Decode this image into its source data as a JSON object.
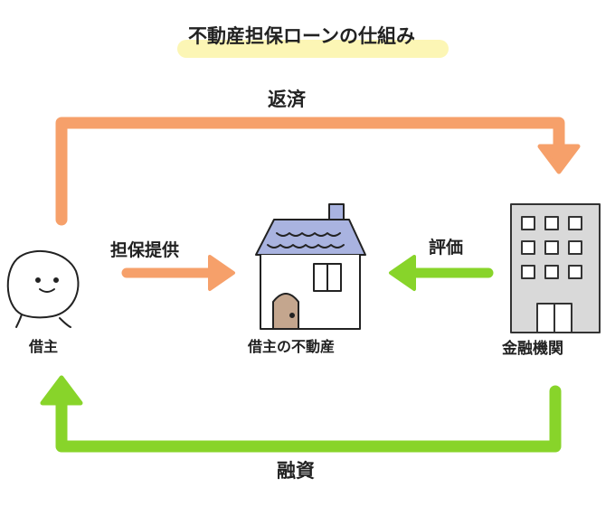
{
  "title": "不動産担保ローンの仕組み",
  "flows": {
    "repayment": "返済",
    "collateral": "担保提供",
    "evaluation": "評価",
    "loan": "融資"
  },
  "nodes": {
    "borrower": "借主",
    "property": "借主の不動産",
    "bank": "金融機関"
  },
  "colors": {
    "orange_arrow": "#f6a06a",
    "green_arrow": "#88d42a",
    "roof": "#a9b3e0",
    "door": "#c4a68e",
    "title_highlight": "#fbf5a8",
    "building": "#d9d9d9"
  }
}
